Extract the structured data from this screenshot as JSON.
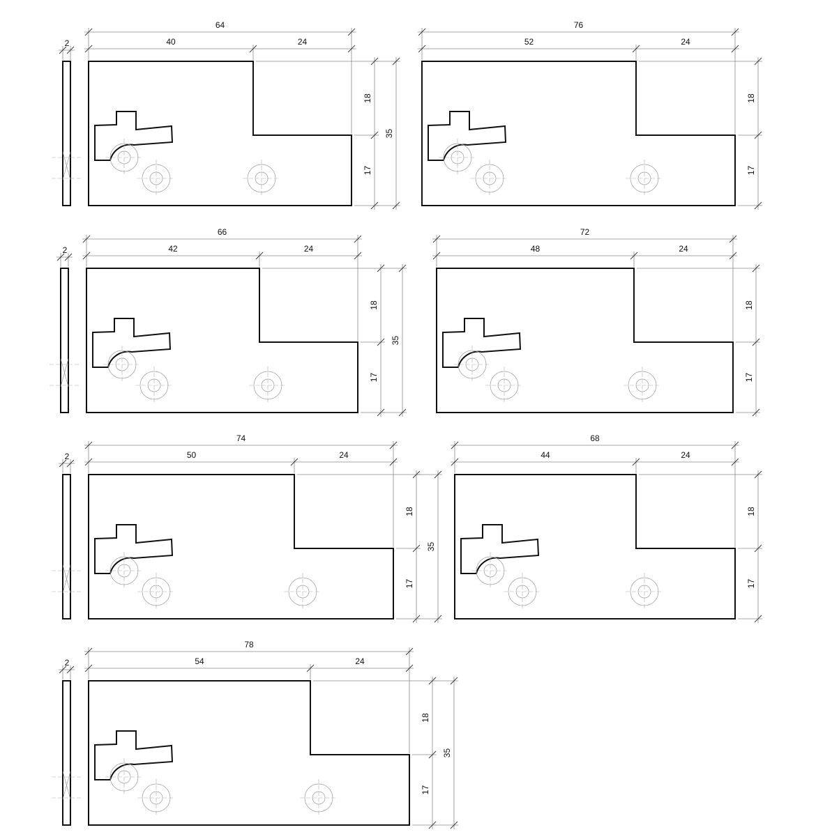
{
  "parts": [
    {
      "id": "part-a",
      "thickness": "2",
      "total": "64",
      "left": "40",
      "right": "24",
      "height": "35",
      "upper": "18",
      "lower": "17"
    },
    {
      "id": "part-b",
      "thickness": "",
      "total": "76",
      "left": "52",
      "right": "24",
      "height": "",
      "upper": "18",
      "lower": "17"
    },
    {
      "id": "part-c",
      "thickness": "2",
      "total": "66",
      "left": "42",
      "right": "24",
      "height": "35",
      "upper": "18",
      "lower": "17"
    },
    {
      "id": "part-d",
      "thickness": "",
      "total": "72",
      "left": "48",
      "right": "24",
      "height": "",
      "upper": "18",
      "lower": "17"
    },
    {
      "id": "part-e",
      "thickness": "2",
      "total": "74",
      "left": "50",
      "right": "24",
      "height": "35",
      "upper": "18",
      "lower": "17"
    },
    {
      "id": "part-f",
      "thickness": "",
      "total": "68",
      "left": "44",
      "right": "24",
      "height": "",
      "upper": "18",
      "lower": "17"
    },
    {
      "id": "part-g",
      "thickness": "2",
      "total": "78",
      "left": "54",
      "right": "24",
      "height": "35",
      "upper": "18",
      "lower": "17"
    }
  ],
  "colors": {
    "outline": "#111111",
    "dimension_line": "#8a8a8a",
    "text": "#111111"
  }
}
